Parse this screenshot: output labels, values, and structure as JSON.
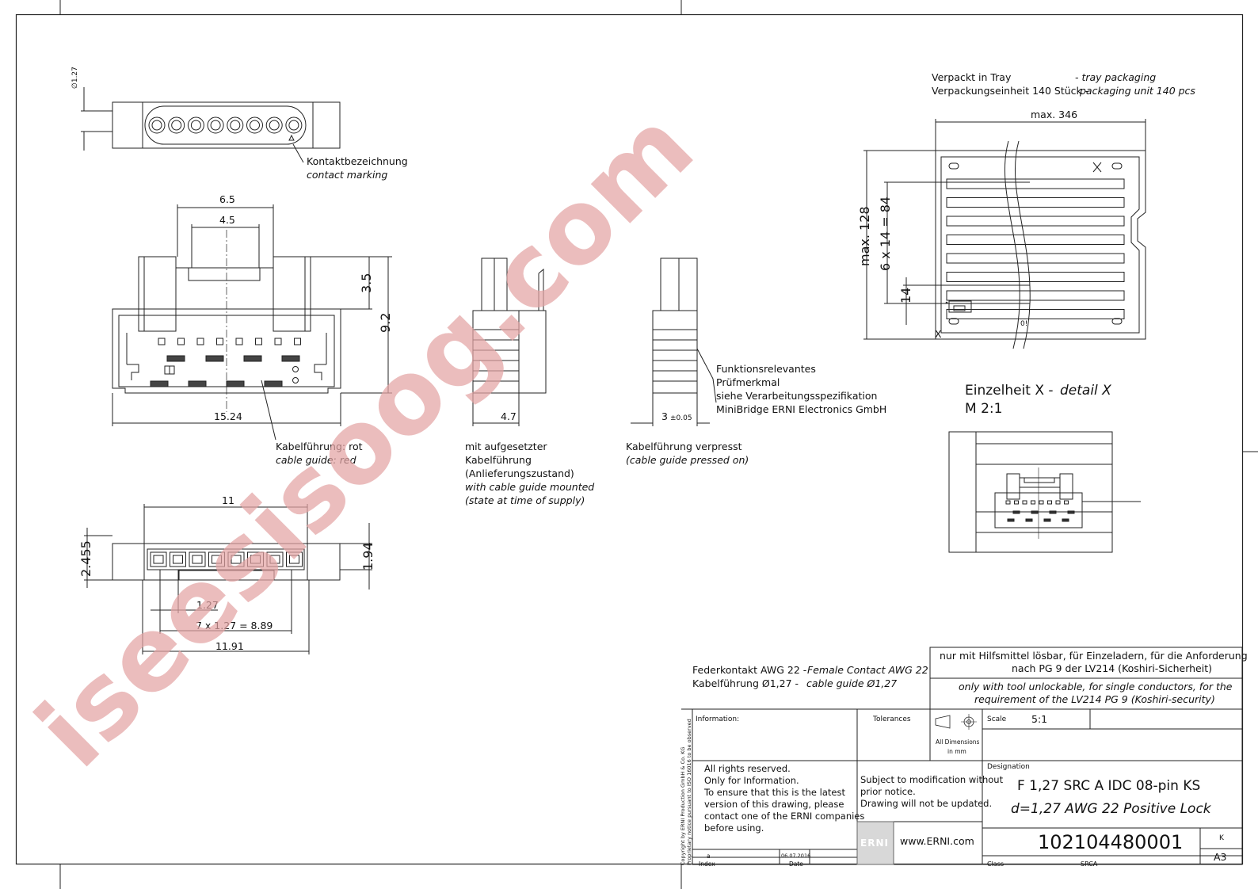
{
  "dims": {
    "d127": "∅1.27",
    "w65": "6.5",
    "w45": "4.5",
    "h35": "3.5",
    "h92": "9.2",
    "w1524": "15.24",
    "w47": "4.7",
    "w3": "3",
    "tol3": "±0.05",
    "w11": "11",
    "h2455": "2.455",
    "h194": "1.94",
    "p127": "1.27",
    "p7x": "7 x 1.27 = 8.89",
    "w1191": "11.91",
    "max346": "max. 346",
    "max128": "max. 128",
    "h6x14": "6 x 14 = 84",
    "h14": "14",
    "x_mark": "X",
    "tray_mark": "0!"
  },
  "labels": {
    "contact_de": "Kontaktbezeichnung",
    "contact_en": "contact marking",
    "guide_de": "Kabelführung: rot",
    "guide_en": "cable guide: red",
    "mounted_de1": "mit aufgesetzter",
    "mounted_de2": "Kabelführung",
    "mounted_de3": "(Anlieferungszustand)",
    "mounted_en1": "with cable guide mounted",
    "mounted_en2": "(state at time of supply)",
    "pressed_de": "Kabelführung verpresst",
    "pressed_en": "(cable guide pressed on)",
    "func1": "Funktionsrelevantes",
    "func2": "Prüfmerkmal",
    "func3": "siehe Verarbeitungsspezifikation",
    "func4": "MiniBridge ERNI Electronics GmbH",
    "tray_de": "Verpackt in Tray",
    "tray_en": "- tray packaging",
    "unit_de": "Verpackungseinheit 140 Stück -",
    "unit_en": "packaging unit 140 pcs",
    "detail_de": "Einzelheit X -",
    "detail_en": "detail  X",
    "detail_scale": "M 2:1",
    "fed_de": "Federkontakt AWG 22 -",
    "fed_en": "Female Contact AWG 22",
    "kab_de": "Kabelführung Ø1,27 -",
    "kab_en": "cable guide Ø1,27"
  },
  "title_block": {
    "note_de": "nur mit Hilfsmittel lösbar, für Einzeladern, für die Anforderung",
    "note_de2": "nach PG 9 der LV214 (Koshiri-Sicherheit)",
    "note_en": "only with tool unlockable, for single conductors, for the",
    "note_en2": "requirement of the LV214 PG 9 (Koshiri-security)",
    "information": "Information:",
    "tolerances": "Tolerances",
    "all_dims": "All Dimensions",
    "in_mm": "in mm",
    "scale_label": "Scale",
    "scale_value": "5:1",
    "rights1": "All rights reserved.",
    "rights2": "Only for Information.",
    "rights3": "To ensure that this is the latest",
    "rights4": "version of this drawing, please",
    "rights5": "contact one of the ERNI companies",
    "rights6": "before using.",
    "subject1": "Subject to modification without",
    "subject2": "prior notice.",
    "subject3": "Drawing will not be updated.",
    "designation_label": "Designation",
    "designation1": "F 1,27 SRC A IDC 08-pin KS",
    "designation2": "d=1,27 AWG 22 Positive Lock",
    "logo": "ERNI",
    "website": "www.ERNI.com",
    "part_number": "102104480001",
    "rev_k": "K",
    "size": "A3",
    "index_a": "a",
    "date_value": "06.07.2016",
    "index_label": "Index",
    "date_label": "Date",
    "class_label": "Class",
    "class_value": "SRCA",
    "copyright1": "Copyright by ERNI Production GmbH & Co. KG",
    "copyright2": "Proprietary notice pursuant to ISO 16016 to be observed"
  },
  "watermark": "iseesisoog.com",
  "colors": {
    "line": "#222222",
    "watermark": "#e3a3a3",
    "guide": "#8c1b1b"
  }
}
